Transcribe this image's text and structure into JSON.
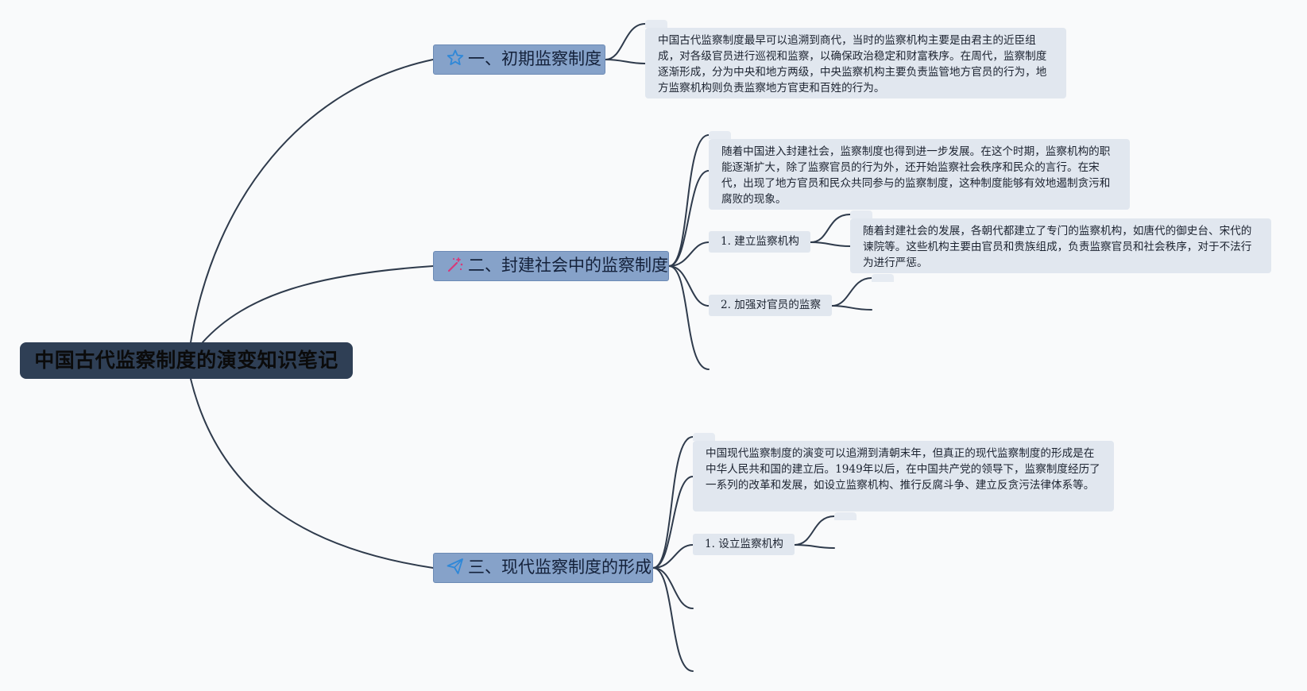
{
  "map": {
    "root": {
      "label": "中国古代监察制度的演变知识笔记"
    },
    "branches": [
      {
        "label": "一、初期监察制度",
        "icon": "star-icon",
        "note": "中国古代监察制度最早可以追溯到商代，当时的监察机构主要是由君主的近臣组成，对各级官员进行巡视和监察，以确保政治稳定和财富秩序。在周代，监察制度逐渐形成，分为中央和地方两级，中央监察机构主要负责监管地方官员的行为，地方监察机构则负责监察地方官吏和百姓的行为。"
      },
      {
        "label": "二、封建社会中的监察制度",
        "icon": "magic-wand-icon",
        "note": "随着中国进入封建社会，监察制度也得到进一步发展。在这个时期，监察机构的职能逐渐扩大，除了监察官员的行为外，还开始监察社会秩序和民众的言行。在宋代，出现了地方官员和民众共同参与的监察制度，这种制度能够有效地遏制贪污和腐败的现象。",
        "children": [
          {
            "label": "1. 建立监察机构",
            "note": "随着封建社会的发展，各朝代都建立了专门的监察机构，如唐代的御史台、宋代的谏院等。这些机构主要由官员和贵族组成，负责监察官员和社会秩序，对于不法行为进行严惩。"
          },
          {
            "label": "2. 加强对官员的监察"
          }
        ]
      },
      {
        "label": "三、现代监察制度的形成",
        "icon": "paper-plane-icon",
        "note": "中国现代监察制度的演变可以追溯到清朝末年，但真正的现代监察制度的形成是在中华人民共和国的建立后。1949年以后，在中国共产党的领导下，监察制度经历了一系列的改革和发展，如设立监察机构、推行反腐斗争、建立反贪污法律体系等。",
        "children": [
          {
            "label": "1. 设立监察机构"
          }
        ]
      }
    ],
    "colors": {
      "background": "#f9fafb",
      "root_fill": "#2f3f55",
      "branch_fill": "#86a2c9",
      "note_fill": "#e1e7ef",
      "connector": "#2f3b4c",
      "star_icon": "#2f88d8",
      "wand_icon": "#d63a7a",
      "plane_icon": "#2f88d8"
    }
  }
}
